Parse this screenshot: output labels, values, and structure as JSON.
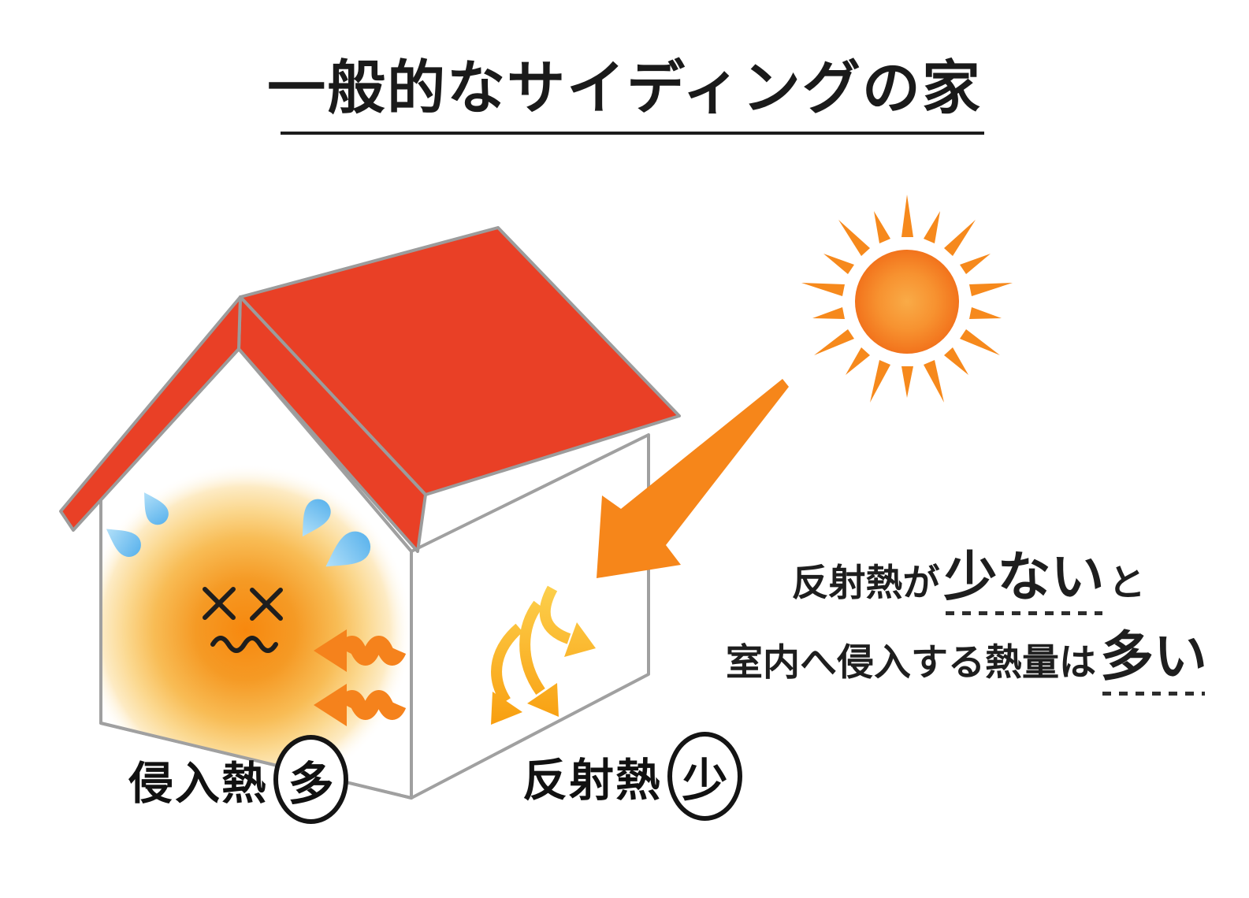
{
  "title": {
    "text": "一般的なサイディングの家"
  },
  "annotation": {
    "line1": {
      "pre": "反射熱が",
      "emph": "少ない",
      "post": "と"
    },
    "line2": {
      "pre": "室内へ侵入する熱量は",
      "emph": "多い"
    }
  },
  "footer_labels": {
    "intrusion": {
      "label": "侵入熱",
      "badge": "多"
    },
    "reflection": {
      "label": "反射熱",
      "badge": "少"
    }
  },
  "icons": {
    "sun": "sun-icon",
    "sunlight_arrow": "sunlight-arrow-icon",
    "reflected_heat": "reflected-heat-arrows-icon",
    "intruding_heat": "intruding-heat-arrows-icon",
    "dizzy_face": "dizzy-face-icon",
    "sweat_drops": "sweat-drops-icon",
    "house": "house-icon"
  },
  "colors": {
    "roof_red": "#E94026",
    "outline_gray": "#A0A0A0",
    "sun_core_orange": "#F68F2A",
    "sun_ray_orange": "#F6891C",
    "sunlight_arrow_orange": "#F6861A",
    "reflected_arrow_amber": "#F9AF17",
    "intrusion_arrow_orange": "#F5821C",
    "sweat_drop_blue": "#7CC4F0",
    "heat_glow_orange": "#F7880E",
    "text_black": "#1A1A1A"
  }
}
